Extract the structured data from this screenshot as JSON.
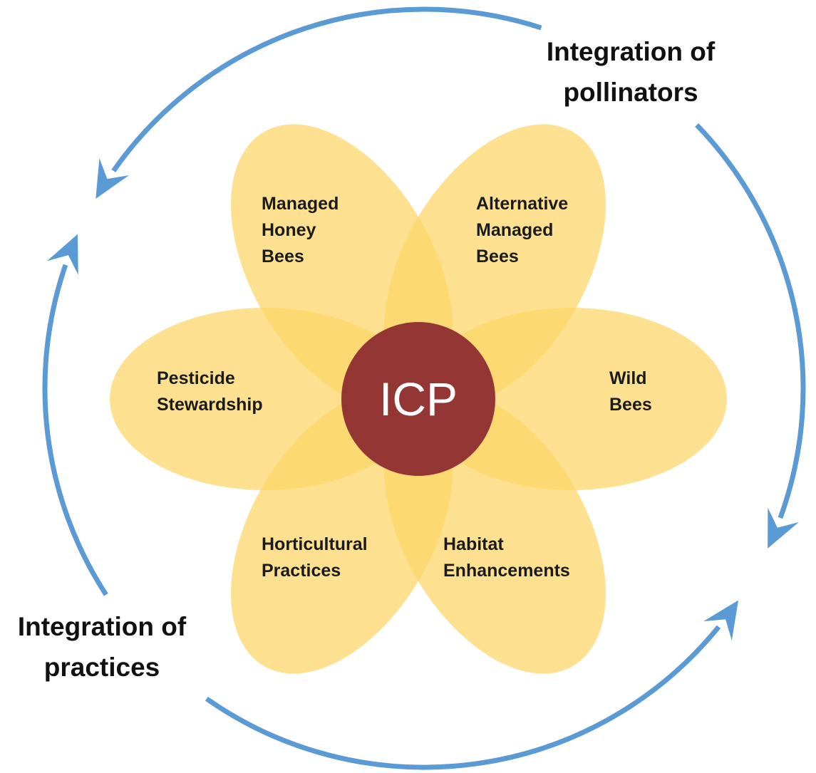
{
  "center": {
    "label": "ICP",
    "color": "#943634"
  },
  "petals": [
    {
      "id": "managed-honey-bees",
      "lines": [
        "Managed",
        "Honey",
        "Bees"
      ]
    },
    {
      "id": "alternative-managed-bees",
      "lines": [
        "Alternative",
        "Managed",
        "Bees"
      ]
    },
    {
      "id": "wild-bees",
      "lines": [
        "Wild",
        "Bees"
      ]
    },
    {
      "id": "habitat-enhancements",
      "lines": [
        "Habitat",
        "Enhancements"
      ]
    },
    {
      "id": "horticultural-practices",
      "lines": [
        "Horticultural",
        "Practices"
      ]
    },
    {
      "id": "pesticide-stewardship",
      "lines": [
        "Pesticide",
        "Stewardship"
      ]
    }
  ],
  "cycle_labels": {
    "pollinators": [
      "Integration of",
      "pollinators"
    ],
    "practices": [
      "Integration of",
      "practices"
    ]
  },
  "colors": {
    "petal": "#FCD667",
    "arrow": "#5B9BD5",
    "text": "#1b1b1b"
  }
}
